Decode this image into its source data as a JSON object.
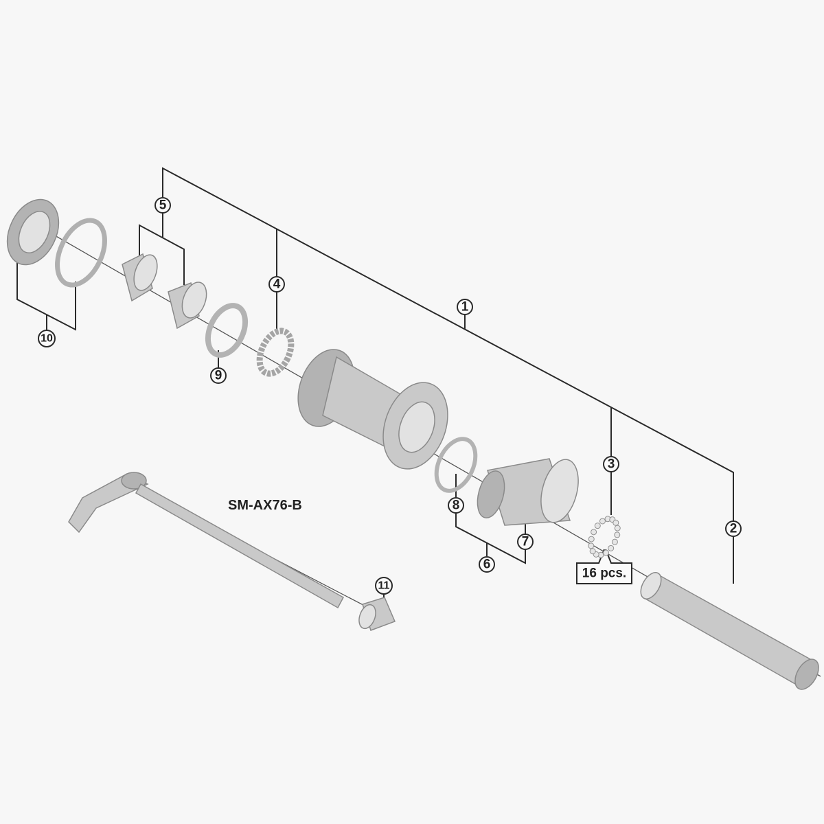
{
  "model": "SM-AX76-B",
  "callouts": {
    "c1": "1",
    "c2": "2",
    "c3": "3",
    "c4": "4",
    "c5": "5",
    "c6": "6",
    "c7": "7",
    "c8": "8",
    "c9": "9",
    "c10": "10",
    "c11": "11"
  },
  "quantity_note": "16 pcs.",
  "colors": {
    "background": "#f7f7f7",
    "part": "#c9c9c9",
    "line": "#2a2a2a"
  }
}
